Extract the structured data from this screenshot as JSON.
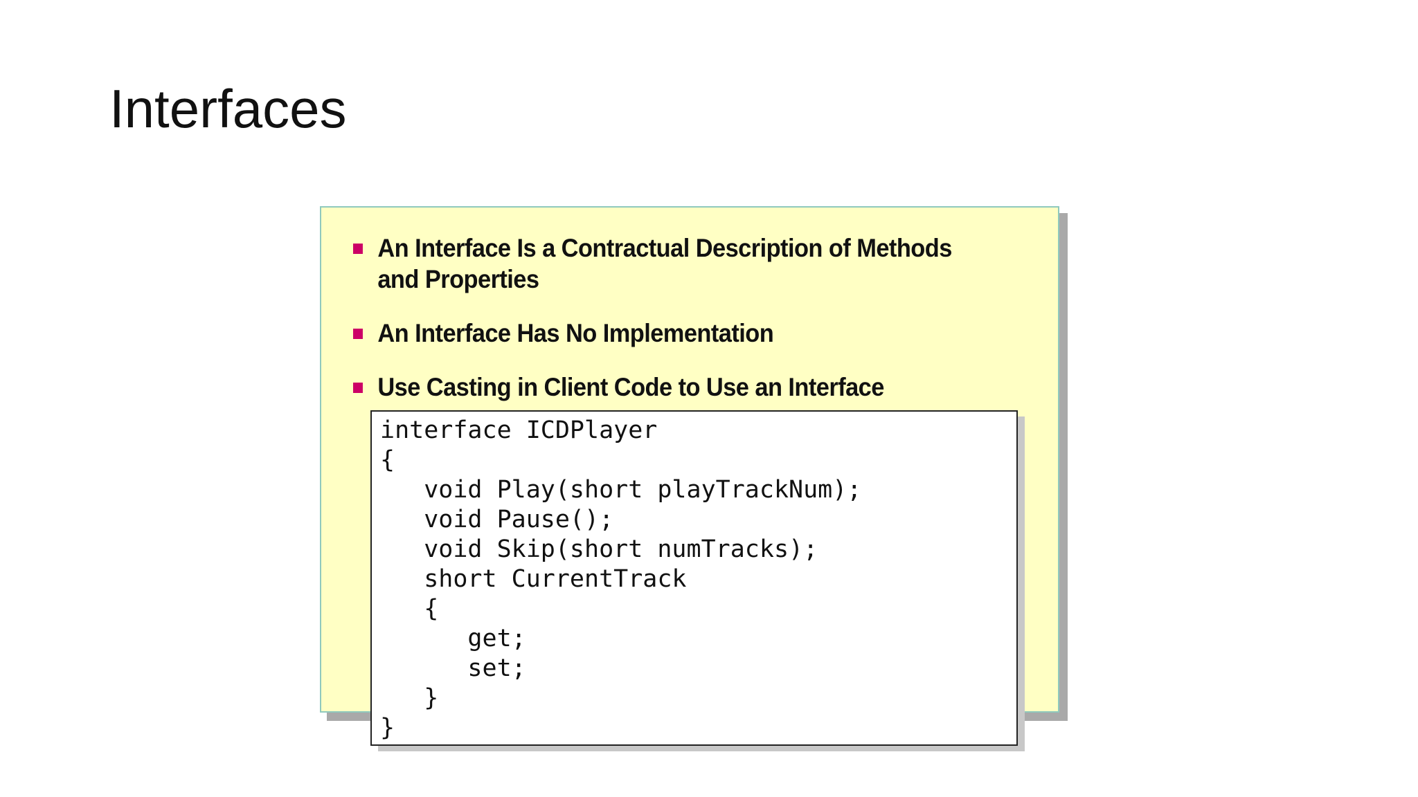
{
  "slide": {
    "title": "Interfaces",
    "bullets": [
      "An Interface Is a Contractual Description of Methods and Properties",
      "An Interface Has No Implementation",
      "Use Casting in Client Code to Use an Interface"
    ],
    "code_lines": [
      "interface ICDPlayer",
      "{",
      "   void Play(short playTrackNum);",
      "   void Pause();",
      "   void Skip(short numTracks);",
      "   short CurrentTrack",
      "   {",
      "      get;",
      "      set;",
      "   }",
      "}"
    ]
  },
  "colors": {
    "panel_background": "#ffffc4",
    "bullet_marker": "#cc0066",
    "panel_border": "#8fc9bd"
  }
}
